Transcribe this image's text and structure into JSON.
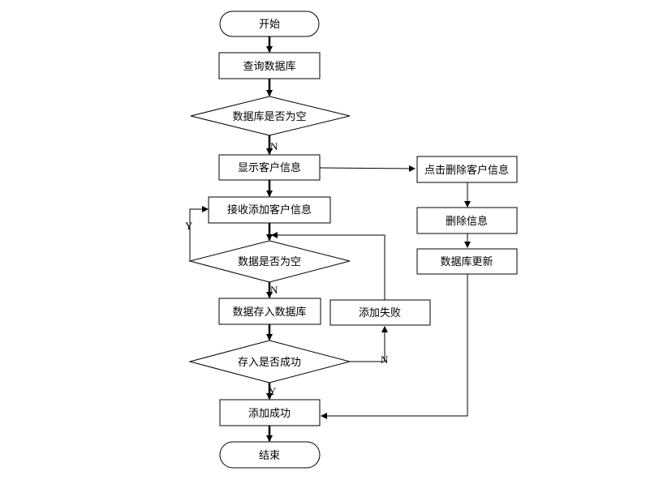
{
  "nodes": {
    "start": "开始",
    "query_db": "查询数据库",
    "db_empty": "数据库是否为空",
    "show_info": "显示客户信息",
    "receive_add": "接收添加客户信息",
    "data_empty": "数据是否为空",
    "save_db": "数据存入数据库",
    "save_success_q": "存入是否成功",
    "add_failed": "添加失败",
    "add_success": "添加成功",
    "end": "结束",
    "click_delete": "点击删除客户信息",
    "delete_info": "删除信息",
    "db_update": "数据库更新"
  },
  "edge_labels": {
    "db_empty_no": "N",
    "data_empty_yes": "Y",
    "data_empty_no": "N",
    "save_fail_no": "N",
    "save_success_yes": "Y"
  }
}
